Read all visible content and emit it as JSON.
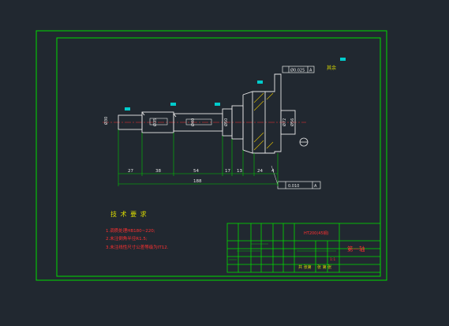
{
  "drawing": {
    "dimensions": {
      "len1": "27",
      "len2": "38",
      "len3": "54",
      "len4": "17",
      "len5": "13",
      "len6": "24",
      "len7": "4",
      "total": "188"
    },
    "tolerances": {
      "runout_top": "0.025",
      "runout_bottom": "0.010",
      "datum": "A"
    },
    "roughness_symbol": "其余",
    "technical_requirements": {
      "title": "技 术 要 求",
      "items": [
        "1.调质处理HB180~220;",
        "2.未注倒角半径R1.5;",
        "3.未注线性尺寸公差等级为IT12."
      ]
    },
    "title_block": {
      "material": "HT200(45钢)",
      "part_name": "第一轴",
      "scale": "1:1",
      "footer_left": "共 张第",
      "footer_right": "张 第 张"
    }
  },
  "colors": {
    "background": "#212830",
    "frame": "#00dd00",
    "outline": "#e8e8e8",
    "dimension": "#00cc00",
    "text_red": "#ff3030",
    "text_yellow": "#dddd00",
    "accent_cyan": "#00cccc"
  }
}
